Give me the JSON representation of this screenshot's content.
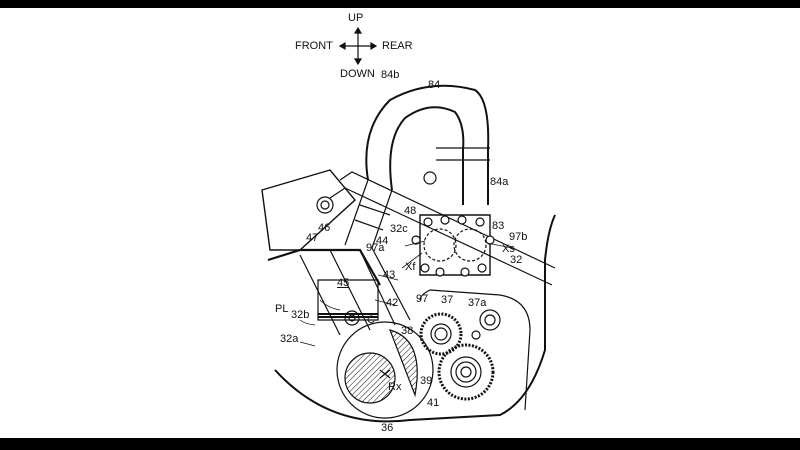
{
  "orientation": {
    "up": "UP",
    "down": "DOWN",
    "front": "FRONT",
    "rear": "REAR"
  },
  "labels": {
    "l84b": "84b",
    "l84": "84",
    "l84a": "84a",
    "l48": "48",
    "l32c": "32c",
    "l46": "46",
    "l47": "47",
    "l44": "44",
    "l97a": "97a",
    "l83": "83",
    "l97b": "97b",
    "lXs": "Xs",
    "lXf": "Xf",
    "l32": "32",
    "l43": "43",
    "l45": "45",
    "lPL": "PL",
    "l42": "42",
    "l97": "97",
    "l37": "37",
    "l37a": "37a",
    "l32b": "32b",
    "lC": "C",
    "l38": "38",
    "l32a": "32a",
    "lRx": "Rx",
    "l39": "39",
    "l41": "41",
    "l36": "36"
  }
}
